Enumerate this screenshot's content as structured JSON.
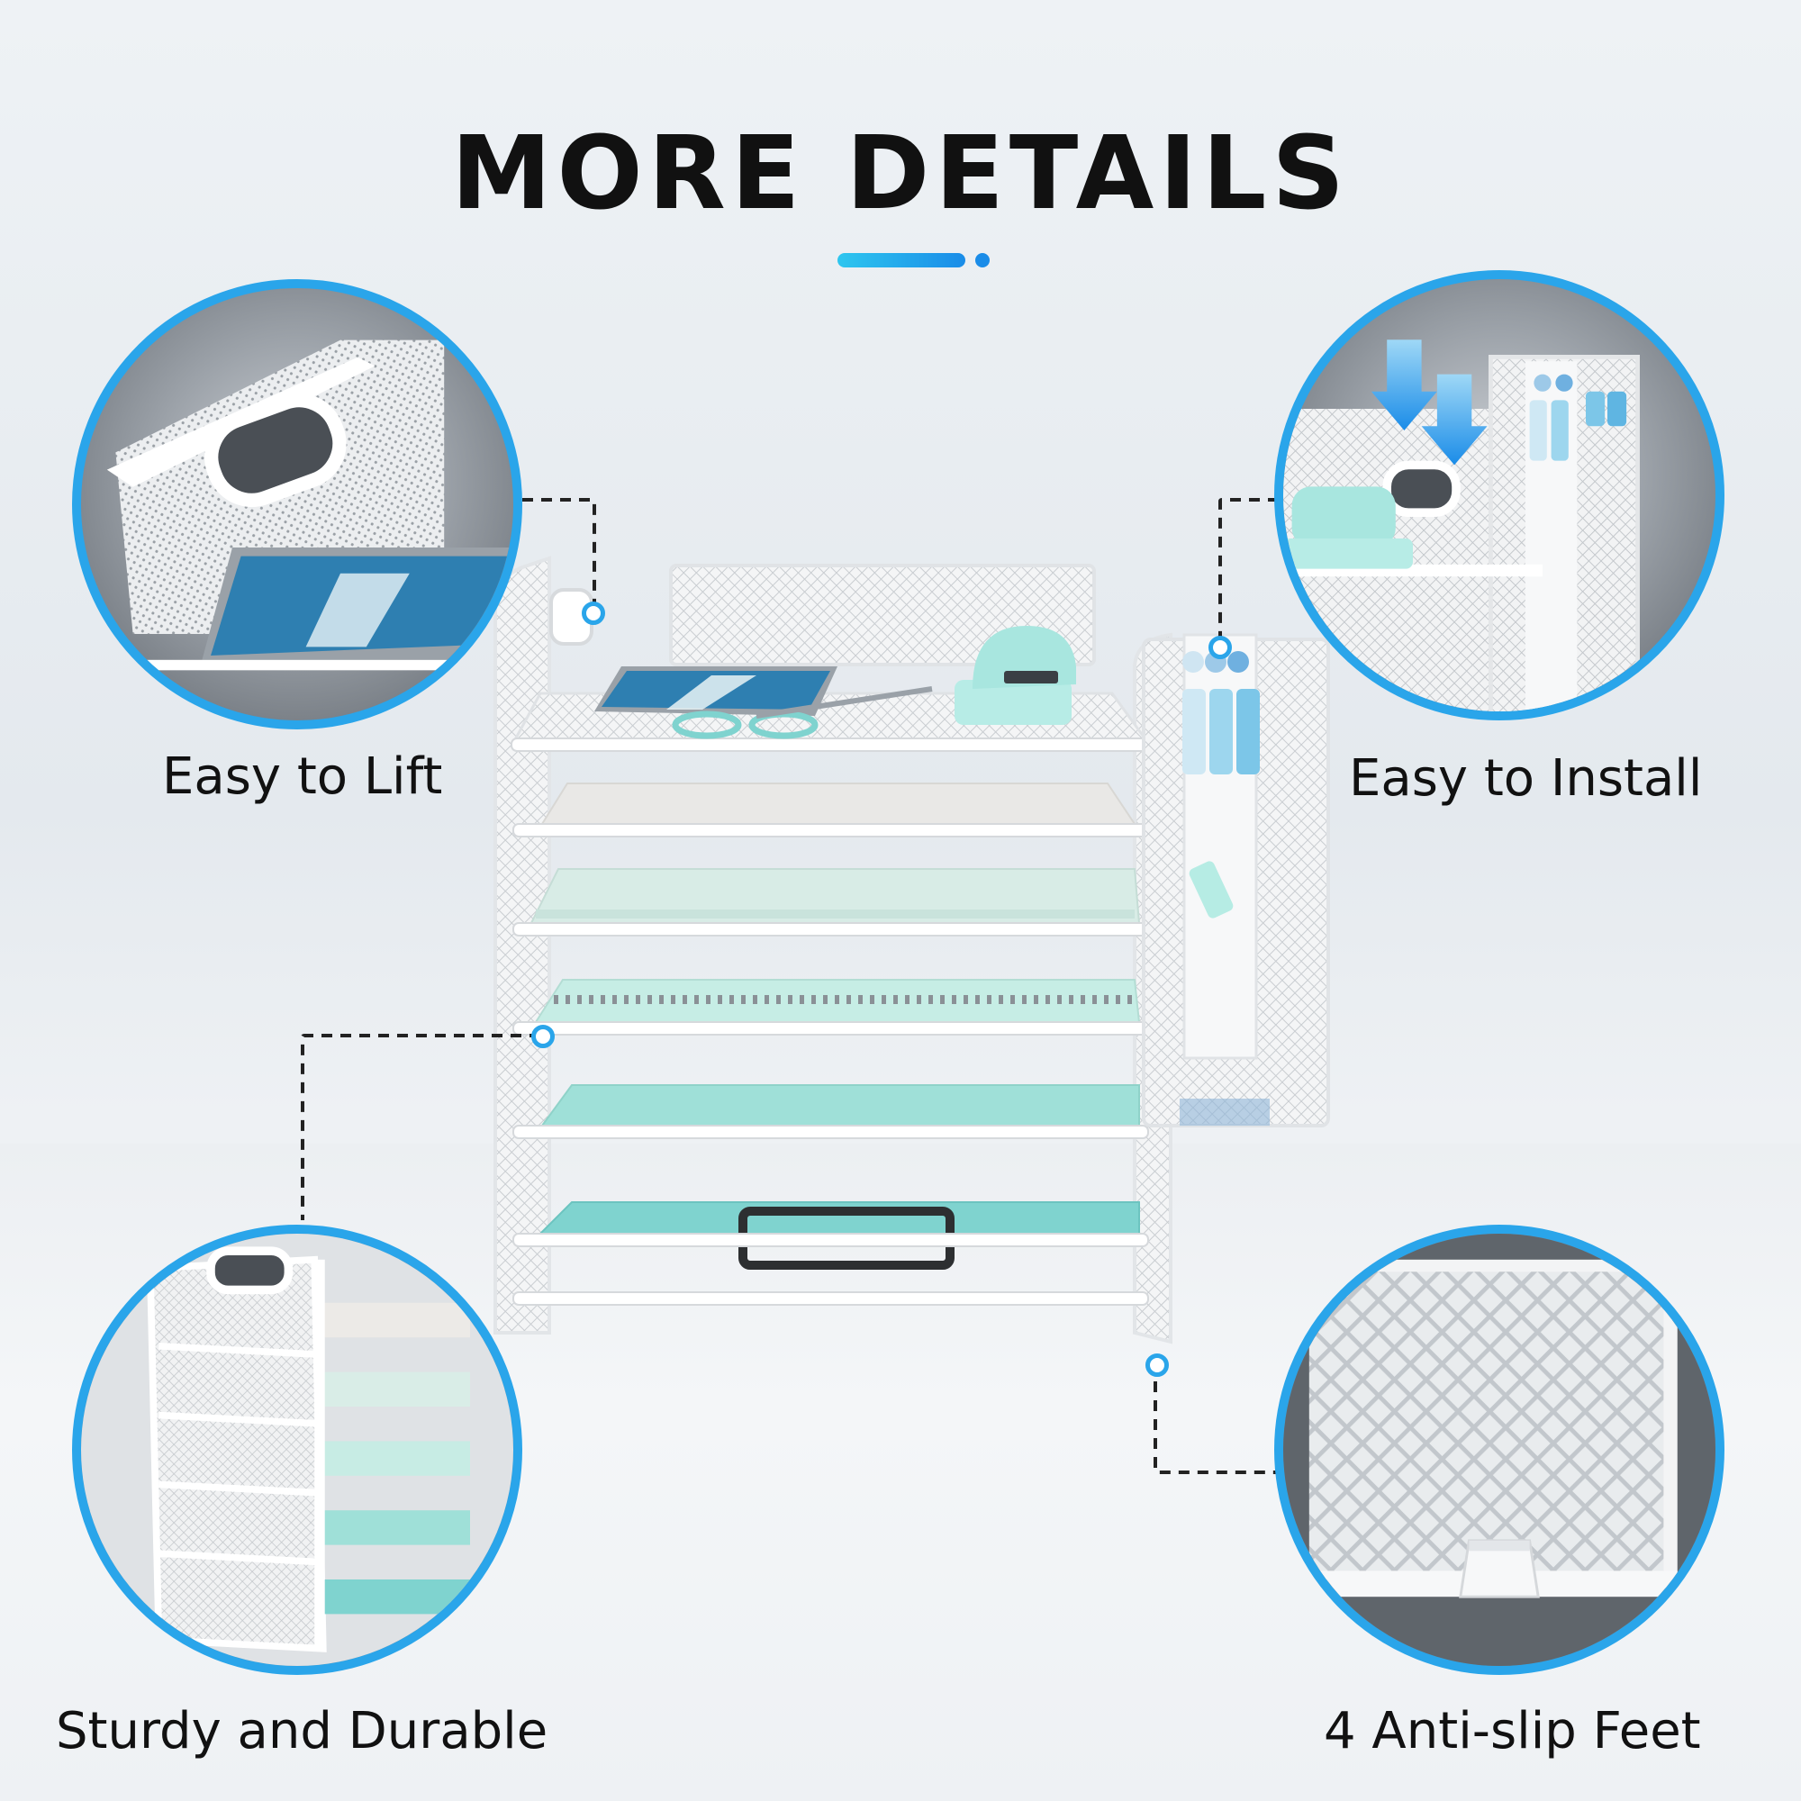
{
  "title": "MORE DETAILS",
  "colors": {
    "accent_start": "#2ec6ef",
    "accent_end": "#1a8ce8",
    "circle_border": "#2aa5ea",
    "text": "#111111",
    "mint": "#a8e6df",
    "teal": "#7fd3cf"
  },
  "callouts": {
    "top_left": "Easy to Lift",
    "top_right": "Easy to Install",
    "bottom_left": "Sturdy and Durable",
    "bottom_right": "4 Anti-slip Feet"
  },
  "icons": {
    "install_arrows": "double-down-arrow-icon"
  }
}
